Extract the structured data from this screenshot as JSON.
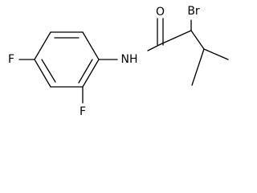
{
  "molecule": {
    "atoms": {
      "oxygen": "O",
      "bromine": "Br",
      "nitrogen_hydrogen": "NH",
      "fluorine_top": "F",
      "fluorine_bottom": "F"
    }
  }
}
